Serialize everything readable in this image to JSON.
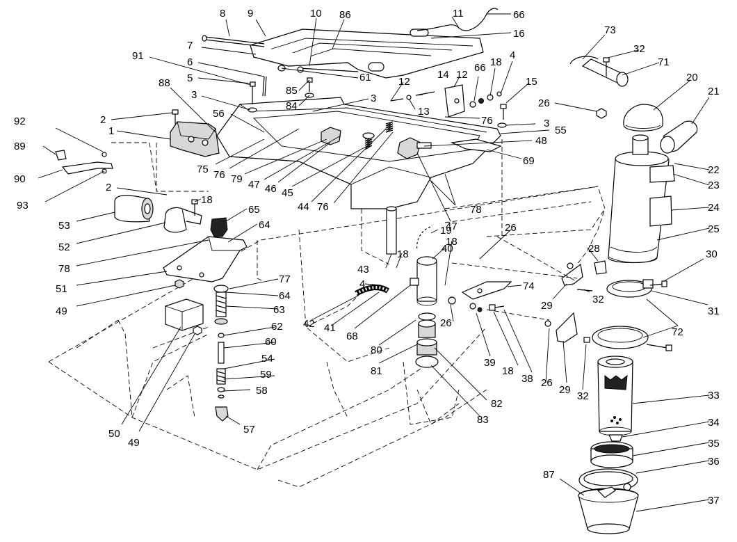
{
  "diagram": {
    "callouts": [
      {
        "id": "c8",
        "text": "8"
      },
      {
        "id": "c9",
        "text": "9"
      },
      {
        "id": "c10",
        "text": "10"
      },
      {
        "id": "c86",
        "text": "86"
      },
      {
        "id": "c11",
        "text": "11"
      },
      {
        "id": "c66a",
        "text": "66"
      },
      {
        "id": "c16",
        "text": "16"
      },
      {
        "id": "c7",
        "text": "7"
      },
      {
        "id": "c91",
        "text": "91"
      },
      {
        "id": "c6",
        "text": "6"
      },
      {
        "id": "c61",
        "text": "61"
      },
      {
        "id": "c5",
        "text": "5"
      },
      {
        "id": "c85",
        "text": "85"
      },
      {
        "id": "c88",
        "text": "88"
      },
      {
        "id": "c3a",
        "text": "3"
      },
      {
        "id": "c84",
        "text": "84"
      },
      {
        "id": "c3b",
        "text": "3"
      },
      {
        "id": "c12a",
        "text": "12"
      },
      {
        "id": "c14",
        "text": "14"
      },
      {
        "id": "c12b",
        "text": "12"
      },
      {
        "id": "c66b",
        "text": "66"
      },
      {
        "id": "c18a",
        "text": "18"
      },
      {
        "id": "c4a",
        "text": "4"
      },
      {
        "id": "c15",
        "text": "15"
      },
      {
        "id": "c13",
        "text": "13"
      },
      {
        "id": "c76a",
        "text": "76"
      },
      {
        "id": "c73",
        "text": "73"
      },
      {
        "id": "c32a",
        "text": "32"
      },
      {
        "id": "c71",
        "text": "71"
      },
      {
        "id": "c20",
        "text": "20"
      },
      {
        "id": "c21",
        "text": "21"
      },
      {
        "id": "c26a",
        "text": "26"
      },
      {
        "id": "c3c",
        "text": "3"
      },
      {
        "id": "c55",
        "text": "55"
      },
      {
        "id": "c2a",
        "text": "2"
      },
      {
        "id": "c56",
        "text": "56"
      },
      {
        "id": "c92",
        "text": "92"
      },
      {
        "id": "c1",
        "text": "1"
      },
      {
        "id": "c89",
        "text": "89"
      },
      {
        "id": "c48",
        "text": "48"
      },
      {
        "id": "c69",
        "text": "69"
      },
      {
        "id": "c22",
        "text": "22"
      },
      {
        "id": "c75",
        "text": "75"
      },
      {
        "id": "c76b",
        "text": "76"
      },
      {
        "id": "c79",
        "text": "79"
      },
      {
        "id": "c47a",
        "text": "47"
      },
      {
        "id": "c46",
        "text": "46"
      },
      {
        "id": "c45",
        "text": "45"
      },
      {
        "id": "c90",
        "text": "90"
      },
      {
        "id": "c23",
        "text": "23"
      },
      {
        "id": "c93",
        "text": "93"
      },
      {
        "id": "c44",
        "text": "44"
      },
      {
        "id": "c76c",
        "text": "76"
      },
      {
        "id": "c78a",
        "text": "78"
      },
      {
        "id": "c47b",
        "text": "47"
      },
      {
        "id": "c24",
        "text": "24"
      },
      {
        "id": "c2b",
        "text": "2"
      },
      {
        "id": "c18b",
        "text": "18"
      },
      {
        "id": "c65",
        "text": "65"
      },
      {
        "id": "c53",
        "text": "53"
      },
      {
        "id": "c64a",
        "text": "64"
      },
      {
        "id": "c25",
        "text": "25"
      },
      {
        "id": "c52",
        "text": "52"
      },
      {
        "id": "c26b",
        "text": "26"
      },
      {
        "id": "c19",
        "text": "19"
      },
      {
        "id": "c78b",
        "text": "78"
      },
      {
        "id": "c18c",
        "text": "18"
      },
      {
        "id": "c40",
        "text": "40"
      },
      {
        "id": "c28",
        "text": "28"
      },
      {
        "id": "c30",
        "text": "30"
      },
      {
        "id": "c18d",
        "text": "18"
      },
      {
        "id": "c43",
        "text": "43"
      },
      {
        "id": "c51",
        "text": "51"
      },
      {
        "id": "c77",
        "text": "77"
      },
      {
        "id": "c4b",
        "text": "4"
      },
      {
        "id": "c74",
        "text": "74"
      },
      {
        "id": "c64b",
        "text": "64"
      },
      {
        "id": "c29a",
        "text": "29"
      },
      {
        "id": "c32b",
        "text": "32"
      },
      {
        "id": "c31",
        "text": "31"
      },
      {
        "id": "c49a",
        "text": "49"
      },
      {
        "id": "c63",
        "text": "63"
      },
      {
        "id": "c42",
        "text": "42"
      },
      {
        "id": "c41",
        "text": "41"
      },
      {
        "id": "c68",
        "text": "68"
      },
      {
        "id": "c26c",
        "text": "26"
      },
      {
        "id": "c62",
        "text": "62"
      },
      {
        "id": "c72",
        "text": "72"
      },
      {
        "id": "c60",
        "text": "60"
      },
      {
        "id": "c80",
        "text": "80"
      },
      {
        "id": "c39",
        "text": "39"
      },
      {
        "id": "c54",
        "text": "54"
      },
      {
        "id": "c81",
        "text": "81"
      },
      {
        "id": "c18e",
        "text": "18"
      },
      {
        "id": "c38",
        "text": "38"
      },
      {
        "id": "c59",
        "text": "59"
      },
      {
        "id": "c26d",
        "text": "26"
      },
      {
        "id": "c29b",
        "text": "29"
      },
      {
        "id": "c32c",
        "text": "32"
      },
      {
        "id": "c58",
        "text": "58"
      },
      {
        "id": "c33",
        "text": "33"
      },
      {
        "id": "c82",
        "text": "82"
      },
      {
        "id": "c83",
        "text": "83"
      },
      {
        "id": "c57",
        "text": "57"
      },
      {
        "id": "c34",
        "text": "34"
      },
      {
        "id": "c50",
        "text": "50"
      },
      {
        "id": "c49b",
        "text": "49"
      },
      {
        "id": "c35",
        "text": "35"
      },
      {
        "id": "c36",
        "text": "36"
      },
      {
        "id": "c87",
        "text": "87"
      },
      {
        "id": "c37",
        "text": "37"
      }
    ]
  }
}
